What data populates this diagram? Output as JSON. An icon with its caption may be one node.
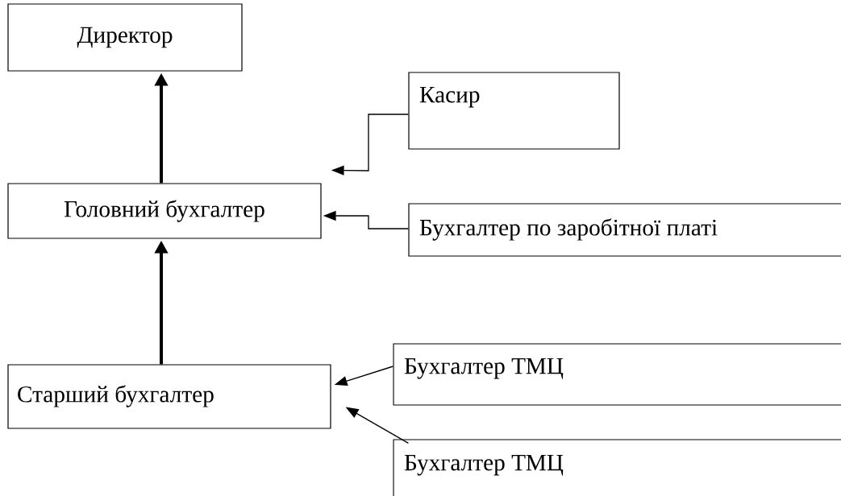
{
  "diagram": {
    "nodes": [
      {
        "text": [
          "Директор"
        ]
      },
      {
        "text": [
          "Головний бухгалтер"
        ]
      },
      {
        "text": [
          "Касир"
        ]
      },
      {
        "text": [
          "Бухгалтер по заробітної платі"
        ]
      },
      {
        "text": [
          "Старший бухгалтер"
        ]
      },
      {
        "text": [
          "Бухгалтер ТМЦ"
        ]
      },
      {
        "text": [
          "Бухгалтер ТМЦ"
        ]
      }
    ],
    "edges": [
      {
        "from": 1,
        "to": 0,
        "arrow": "to",
        "style": "thick"
      },
      {
        "from": 4,
        "to": 1,
        "arrow": "to",
        "style": "thick"
      },
      {
        "from": 2,
        "to": 1,
        "arrow": "to"
      },
      {
        "from": 3,
        "to": 1,
        "arrow": "to"
      },
      {
        "from": 5,
        "to": 4,
        "arrow": "to"
      },
      {
        "from": 6,
        "to": 4,
        "arrow": "to"
      }
    ]
  }
}
